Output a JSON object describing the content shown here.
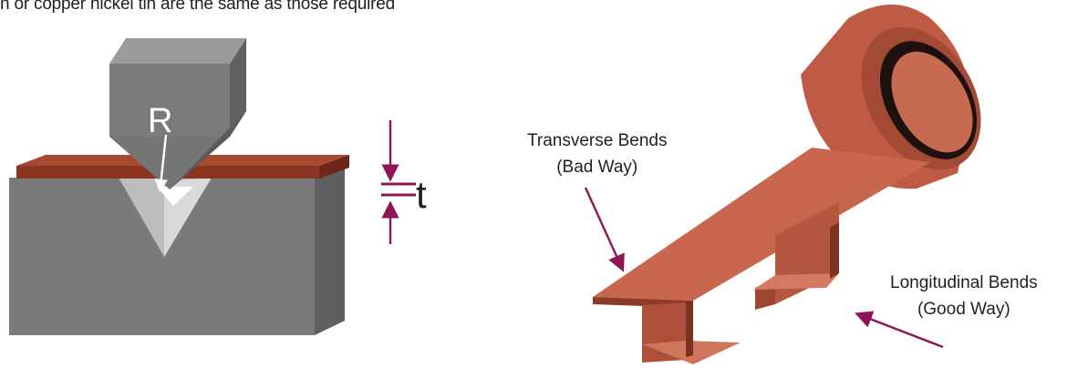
{
  "header": {
    "caption_fragment": "n or copper nickel tin are the same as those required"
  },
  "bend_test": {
    "radius_label": "R",
    "thickness_label": "t"
  },
  "strip": {
    "transverse_label_line1": "Transverse Bends",
    "transverse_label_line2": "(Bad Way)",
    "longitudinal_label_line1": "Longitudinal Bends",
    "longitudinal_label_line2": "(Good Way)"
  },
  "colors": {
    "copper": "#c0614a",
    "copper_dark": "#8e3a28",
    "steel": "#7d7d7d",
    "steel_dark": "#5e5e5e",
    "arrow": "#8e1656"
  }
}
